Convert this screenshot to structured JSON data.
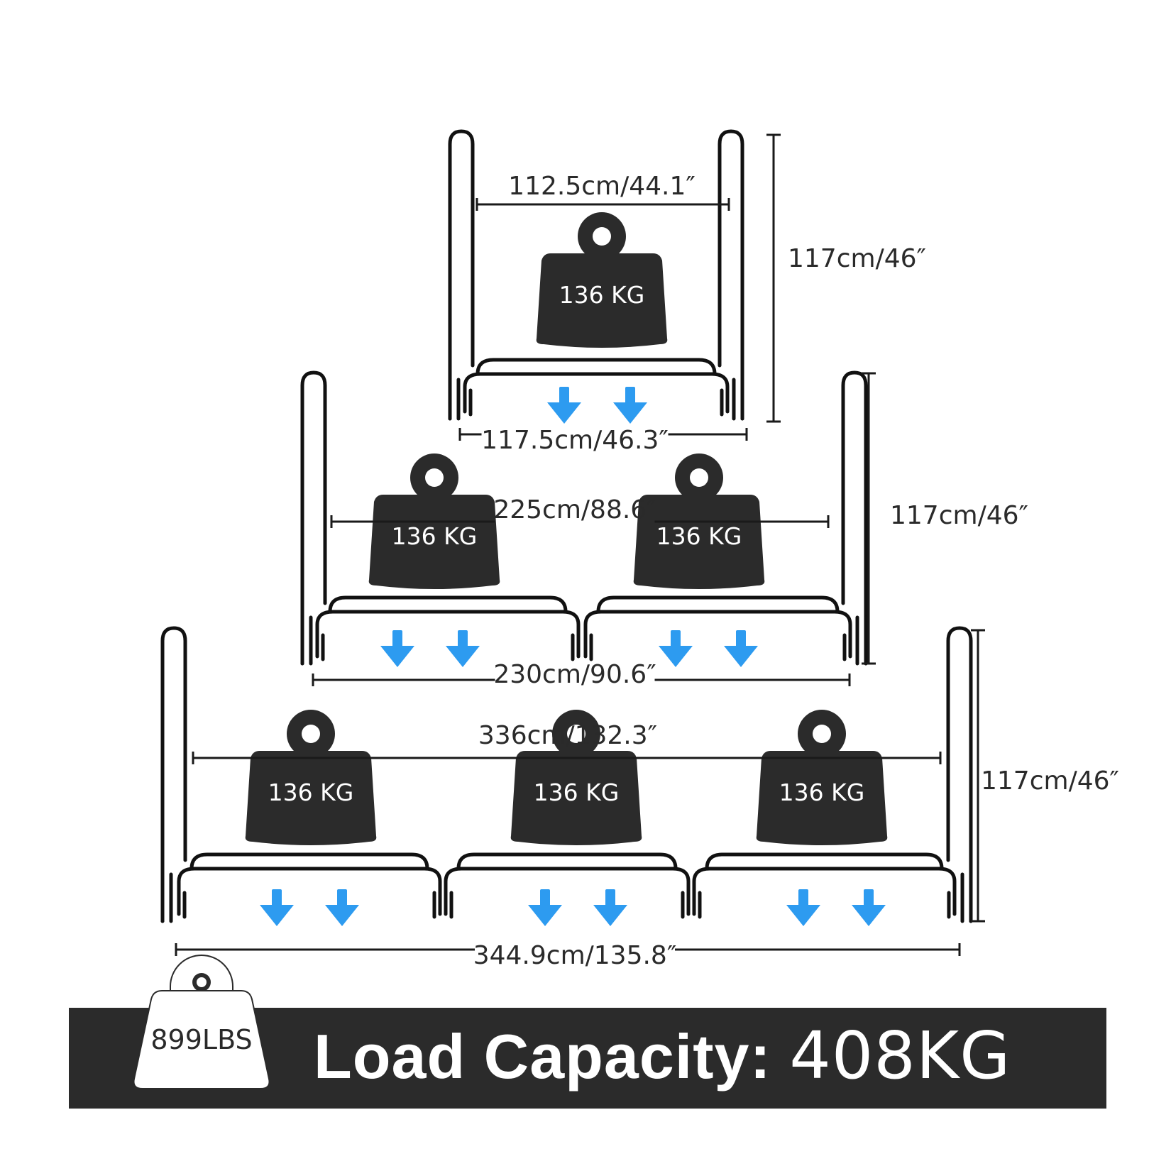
{
  "colors": {
    "frame": "#111111",
    "weight": "#2b2b2b",
    "arrow": "#2d9bf0",
    "banner": "#2b2b2b"
  },
  "racks": [
    {
      "id": "single",
      "inner_width_label": "112.5cm/44.1″",
      "outer_width_label": "117.5cm/46.3″",
      "height_label": "117cm/46″",
      "weights": [
        "136 KG"
      ]
    },
    {
      "id": "double",
      "inner_width_label": "225cm/88.6″",
      "outer_width_label": "230cm/90.6″",
      "height_label": "117cm/46″",
      "weights": [
        "136 KG",
        "136 KG"
      ]
    },
    {
      "id": "triple",
      "inner_width_label": "336cm/132.3″",
      "outer_width_label": "344.9cm/135.8″",
      "height_label": "117cm/46″",
      "weights": [
        "136 KG",
        "136 KG",
        "136 KG"
      ]
    }
  ],
  "capacity": {
    "badge": "899LBS",
    "title": "Load Capacity:",
    "value": "408KG"
  }
}
